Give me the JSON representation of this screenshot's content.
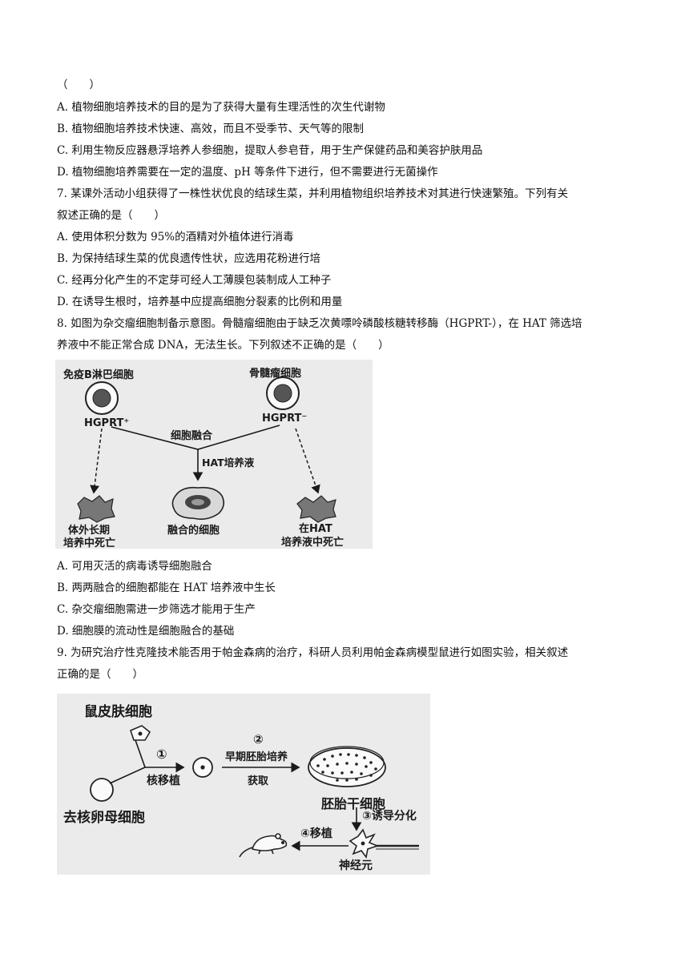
{
  "q6": {
    "paren": "（　　）",
    "options": [
      "A. 植物细胞培养技术的目的是为了获得大量有生理活性的次生代谢物",
      "B. 植物细胞培养技术快速、高效，而且不受季节、天气等的限制",
      "C. 利用生物反应器悬浮培养人参细胞，提取人参皂苷，用于生产保健药品和美容护肤用品",
      "D. 植物细胞培养需要在一定的温度、pH 等条件下进行，但不需要进行无菌操作"
    ]
  },
  "q7": {
    "stem_line1": "7. 某课外活动小组获得了一株性状优良的结球生菜，并利用植物组织培养技术对其进行快速繁殖。下列有关",
    "stem_line2": "叙述正确的是（　　）",
    "options": [
      "A. 使用体积分数为 95%的酒精对外植体进行消毒",
      "B. 为保持结球生菜的优良遗传性状，应选用花粉进行培",
      "C. 经再分化产生的不定芽可经人工薄膜包装制成人工种子",
      "D. 在诱导生根时，培养基中应提高细胞分裂素的比例和用量"
    ]
  },
  "q8": {
    "stem_line1": "8. 如图为杂交瘤细胞制备示意图。骨髓瘤细胞由于缺乏次黄嘌呤磷酸核糖转移酶（HGPRT-），在 HAT 筛选培",
    "stem_line2": "养液中不能正常合成 DNA，无法生长。下列叙述不正确的是（　　）",
    "figure": {
      "b_cell": "免疫B淋巴细胞",
      "myeloma": "骨髓瘤细胞",
      "hgprt_plus": "HGPRT⁺",
      "hgprt_minus": "HGPRT⁻",
      "fusion": "细胞融合",
      "hat": "HAT培养液",
      "left_death_1": "体外长期",
      "left_death_2": "培养中死亡",
      "fused": "融合的细胞",
      "right_death_1": "在HAT",
      "right_death_2": "培养液中死亡"
    },
    "options": [
      "A. 可用灭活的病毒诱导细胞融合",
      "B. 两两融合的细胞都能在 HAT 培养液中生长",
      "C. 杂交瘤细胞需进一步筛选才能用于生产",
      "D. 细胞膜的流动性是细胞融合的基础"
    ]
  },
  "q9": {
    "stem_line1": "9. 为研究治疗性克隆技术能否用于帕金森病的治疗，科研人员利用帕金森病模型鼠进行如图实验，相关叙述",
    "stem_line2": "正确的是（　　）",
    "figure": {
      "skin_cell": "鼠皮肤细胞",
      "step1_num": "①",
      "step1": "核移植",
      "enucleated_egg": "去核卵母细胞",
      "step2_num": "②",
      "step2_line1": "早期胚胎培养",
      "step2_line2": "获取",
      "stem_cell": "胚胎干细胞",
      "step3": "③诱导分化",
      "step4": "④移植",
      "neuron": "神经元"
    }
  }
}
